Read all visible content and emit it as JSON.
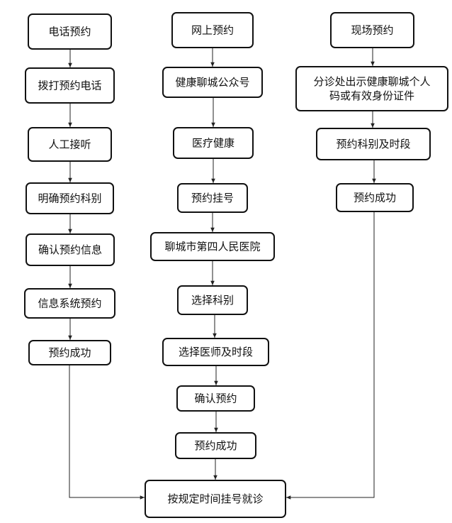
{
  "flowchart": {
    "columns": [
      {
        "name": "phone",
        "nodes": [
          "电话预约",
          "拨打预约电话",
          "人工接听",
          "明确预约科别",
          "确认预约信息",
          "信息系统预约",
          "预约成功"
        ]
      },
      {
        "name": "online",
        "nodes": [
          "网上预约",
          "健康聊城公众号",
          "医疗健康",
          "预约挂号",
          "聊城市第四人民医院",
          "选择科别",
          "选择医师及时段",
          "确认预约",
          "预约成功"
        ]
      },
      {
        "name": "onsite",
        "nodes": [
          [
            "分诊处出示健康聊城个人",
            "码或有效身份证件"
          ],
          "预约科别及时段",
          "预约成功"
        ],
        "header": "现场预约"
      }
    ],
    "final": "按规定时间挂号就诊"
  }
}
